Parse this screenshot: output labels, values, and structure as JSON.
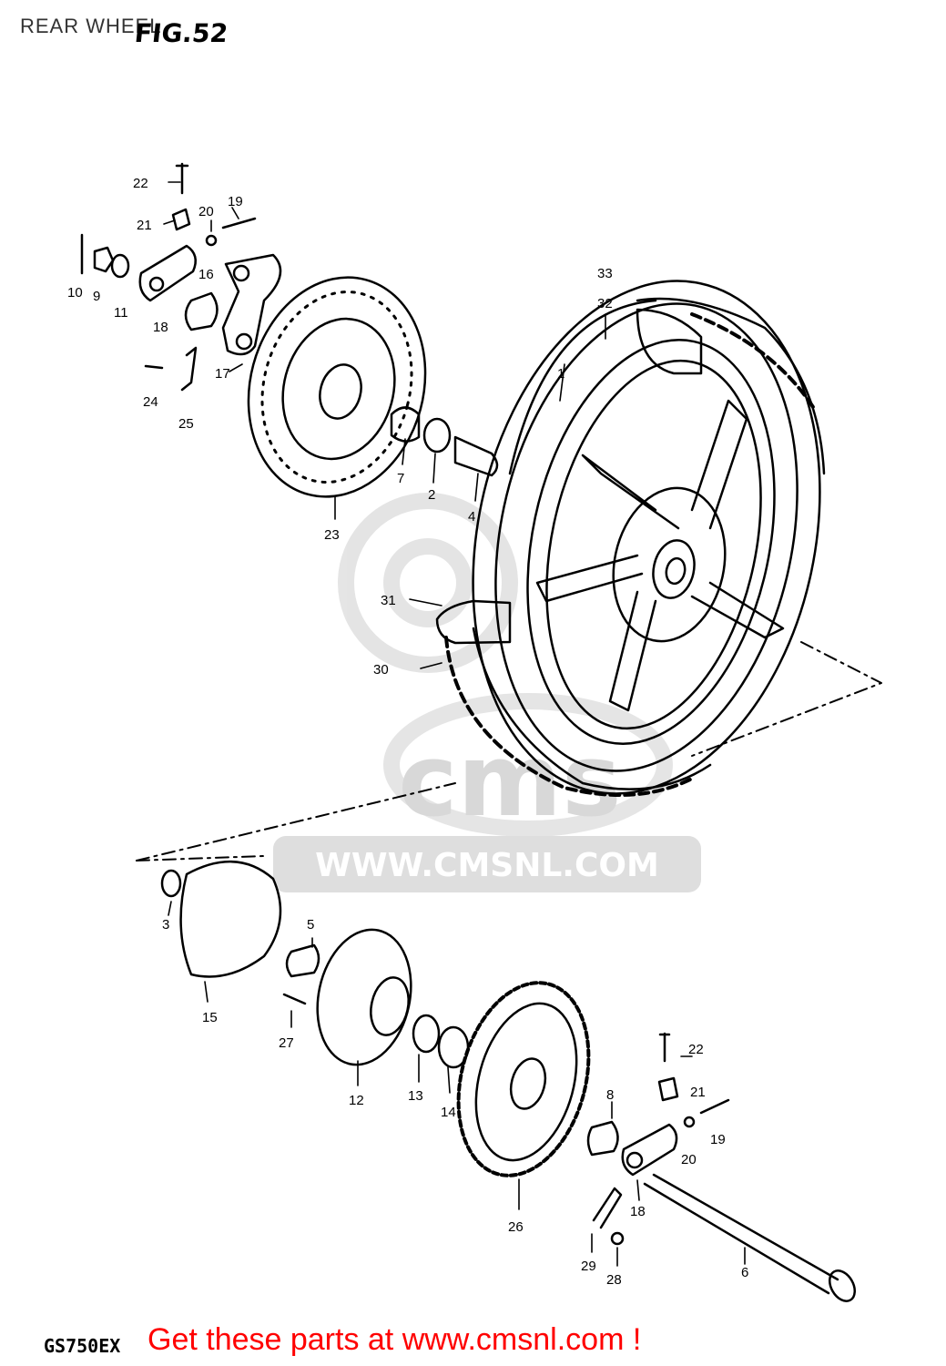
{
  "header": {
    "caption": "REAR WHEEL",
    "figure": "FIG.52"
  },
  "footer": {
    "model": "GS750EX",
    "promo": "Get these parts at www.cmsnl.com !",
    "promo_color": "#ff0000"
  },
  "watermark": {
    "logo_text": "cms",
    "url": "WWW.CMSNL.COM"
  },
  "labels": [
    "1",
    "2",
    "3",
    "4",
    "5",
    "6",
    "7",
    "8",
    "9",
    "10",
    "11",
    "12",
    "13",
    "14",
    "15",
    "16",
    "17",
    "18",
    "18",
    "19",
    "19",
    "20",
    "20",
    "21",
    "21",
    "22",
    "22",
    "23",
    "24",
    "25",
    "26",
    "27",
    "28",
    "29",
    "30",
    "31",
    "32",
    "33"
  ]
}
